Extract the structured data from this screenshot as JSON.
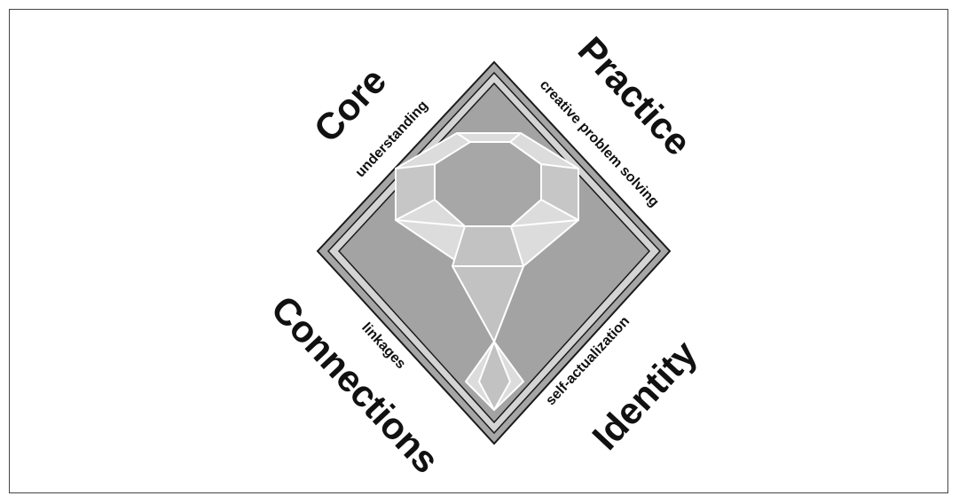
{
  "diagram": {
    "labels": {
      "core": "Core",
      "practice": "Practice",
      "connections": "Connections",
      "identity": "Identity"
    },
    "sublabels": {
      "understanding": "understanding",
      "creative_problem_solving": "creative problem solving",
      "linkages": "linkages",
      "self_actualization": "self-actualization"
    },
    "colors": {
      "outer_frame": "#a6a6a6",
      "inner_frame": "#d4d4d4",
      "field": "#a3a3a3",
      "gem_table": "#a7a7a7",
      "gem_light": "#dcdcdc",
      "gem_mid": "#c2c2c2",
      "gem_edge": "#ffffff",
      "outline": "#1a1a1a"
    }
  }
}
